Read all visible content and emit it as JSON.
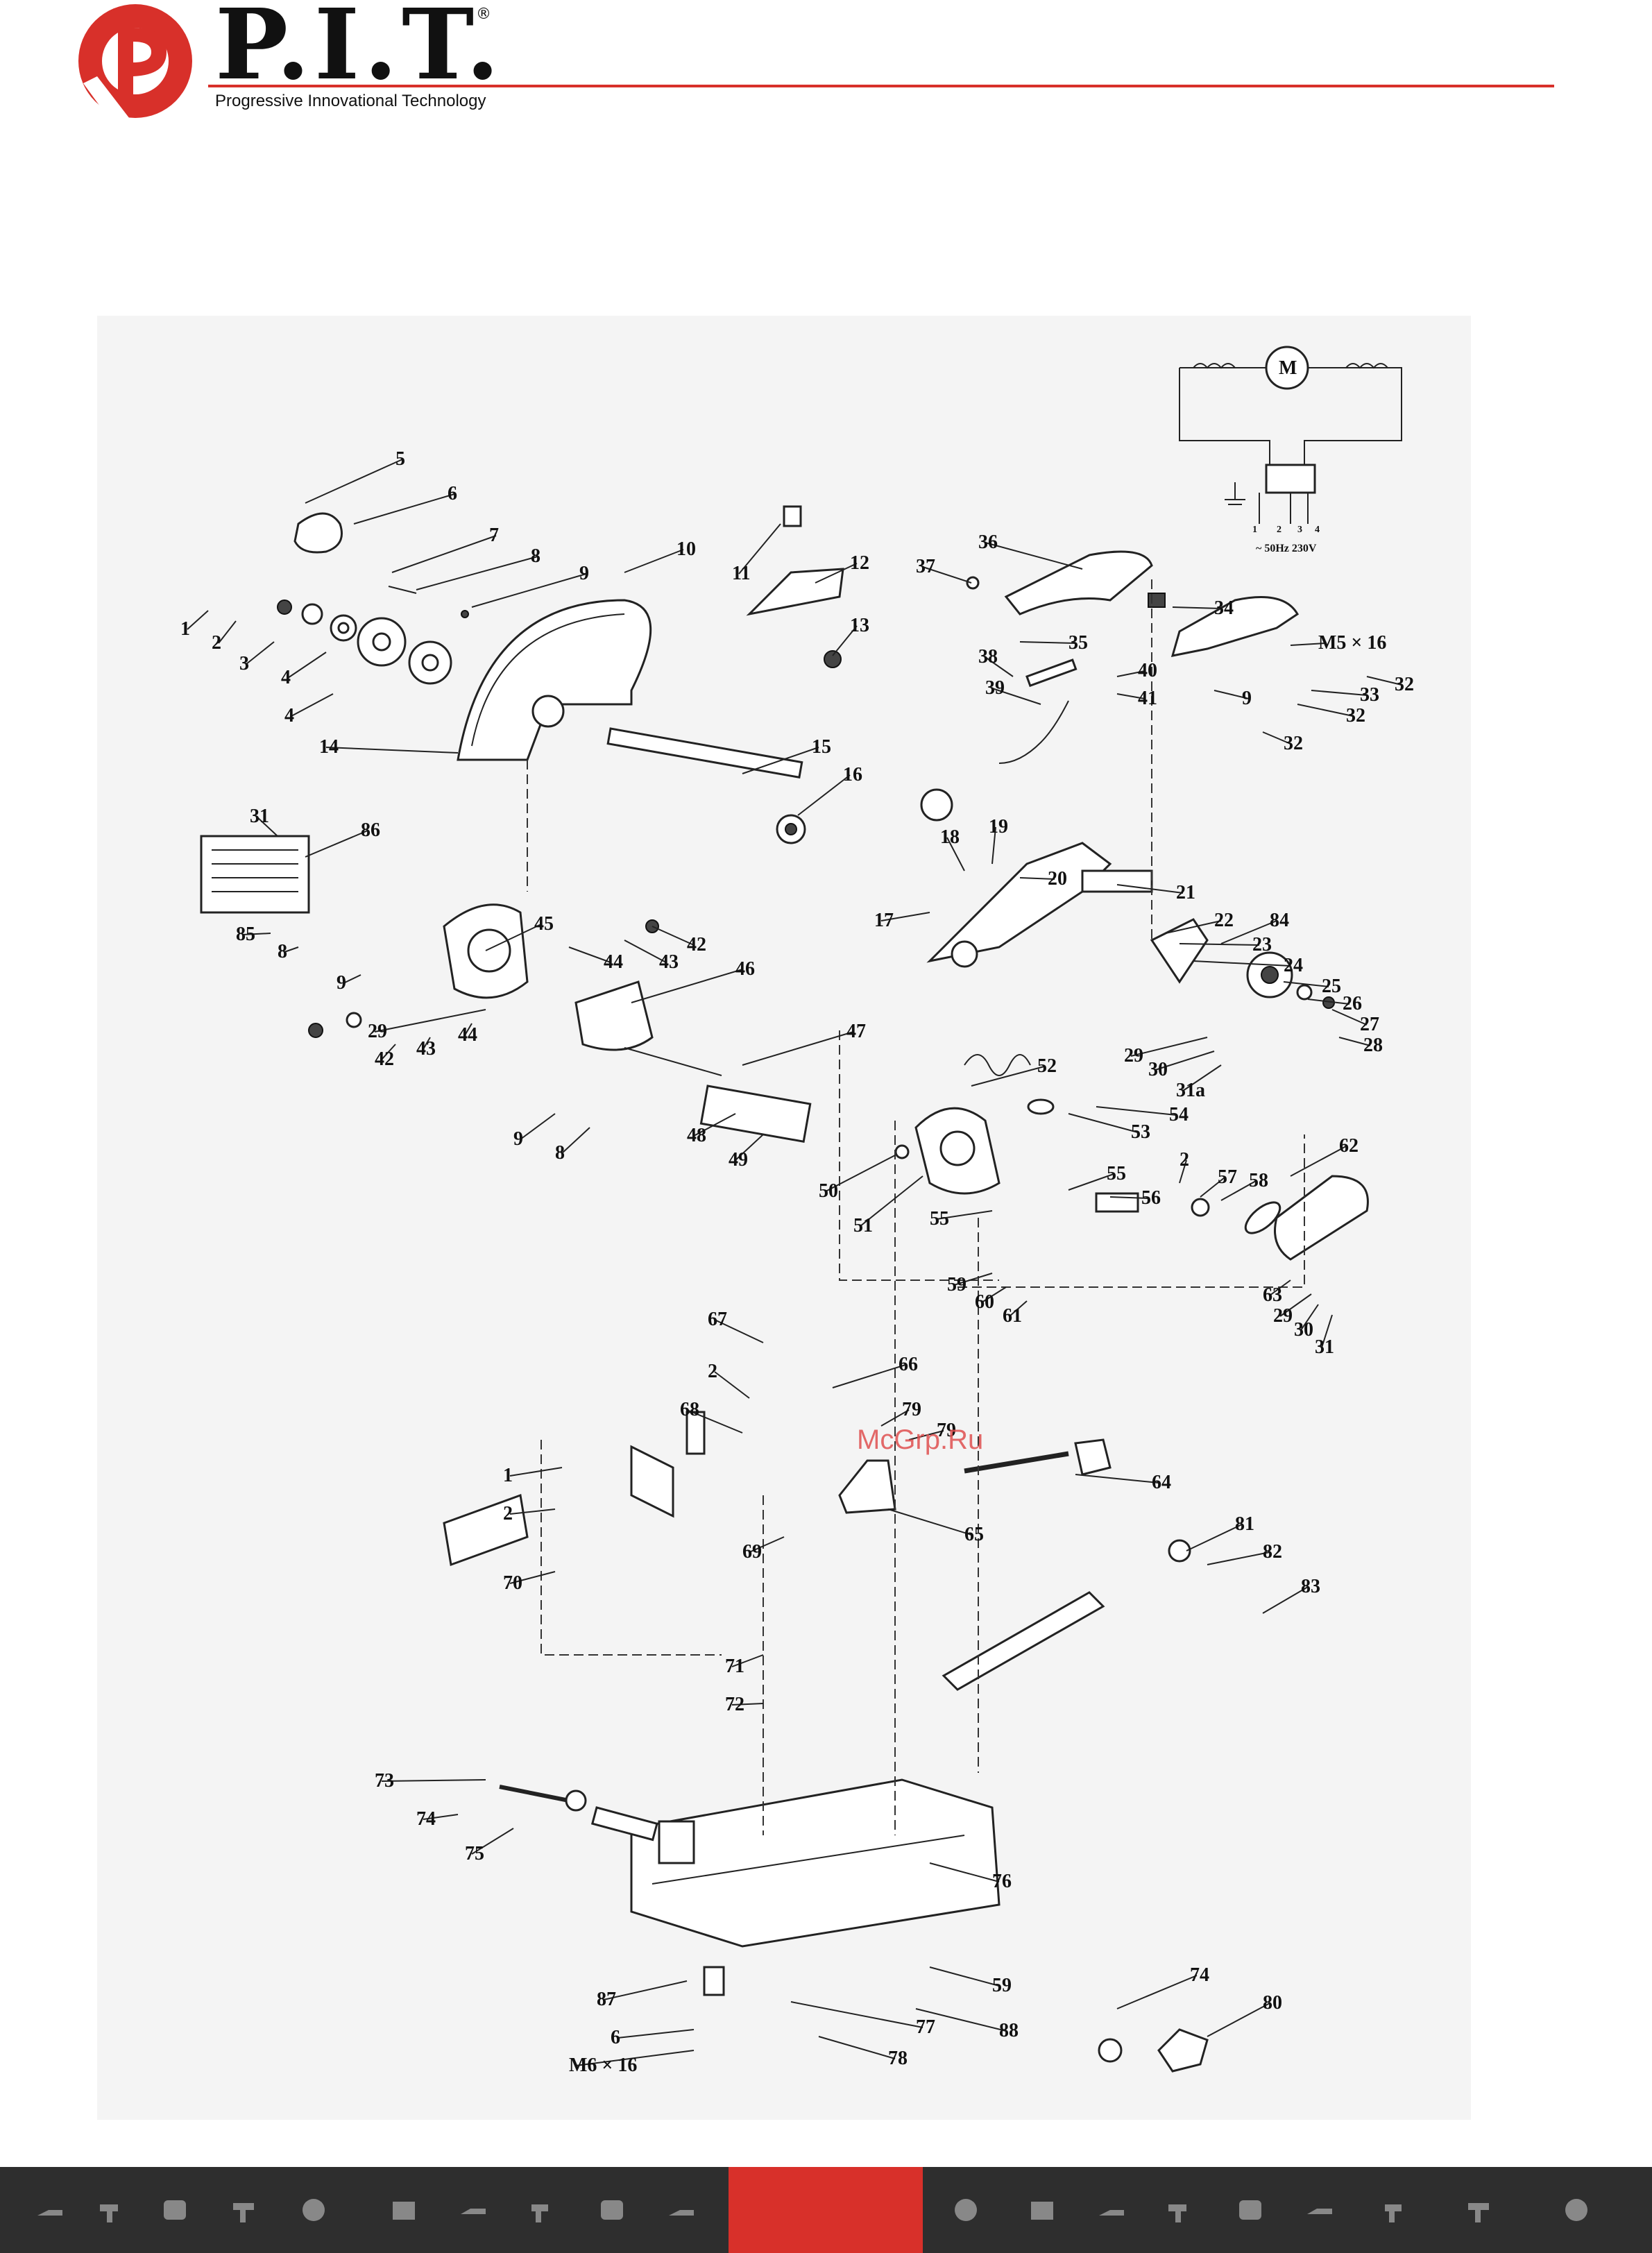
{
  "header": {
    "brand": "P.I.T.",
    "registered": "®",
    "tagline": "Progressive Innovational Technology",
    "accent_color": "#d8302a"
  },
  "watermark": "McGrp.Ru",
  "schematic": {
    "motor_label": "M",
    "supply_label": "~ 50Hz 230V",
    "switch_pins": [
      "1",
      "2",
      "3",
      "4"
    ]
  },
  "callouts": [
    {
      "id": "1",
      "label": "1"
    },
    {
      "id": "2",
      "label": "2"
    },
    {
      "id": "3",
      "label": "3"
    },
    {
      "id": "4a",
      "label": "4"
    },
    {
      "id": "4b",
      "label": "4"
    },
    {
      "id": "5",
      "label": "5"
    },
    {
      "id": "6",
      "label": "6"
    },
    {
      "id": "7",
      "label": "7"
    },
    {
      "id": "8",
      "label": "8"
    },
    {
      "id": "9",
      "label": "9"
    },
    {
      "id": "10",
      "label": "10"
    },
    {
      "id": "11",
      "label": "11"
    },
    {
      "id": "12",
      "label": "12"
    },
    {
      "id": "13",
      "label": "13"
    },
    {
      "id": "14",
      "label": "14"
    },
    {
      "id": "15",
      "label": "15"
    },
    {
      "id": "16",
      "label": "16"
    },
    {
      "id": "17",
      "label": "17"
    },
    {
      "id": "18",
      "label": "18"
    },
    {
      "id": "19",
      "label": "19"
    },
    {
      "id": "20",
      "label": "20"
    },
    {
      "id": "21",
      "label": "21"
    },
    {
      "id": "22",
      "label": "22"
    },
    {
      "id": "23",
      "label": "23"
    },
    {
      "id": "24",
      "label": "24"
    },
    {
      "id": "25",
      "label": "25"
    },
    {
      "id": "26",
      "label": "26"
    },
    {
      "id": "27",
      "label": "27"
    },
    {
      "id": "28",
      "label": "28"
    },
    {
      "id": "29a",
      "label": "29"
    },
    {
      "id": "29b",
      "label": "29"
    },
    {
      "id": "29c",
      "label": "29"
    },
    {
      "id": "30a",
      "label": "30"
    },
    {
      "id": "30b",
      "label": "30"
    },
    {
      "id": "31a",
      "label": "31"
    },
    {
      "id": "31b",
      "label": "31"
    },
    {
      "id": "31c",
      "label": "31a"
    },
    {
      "id": "32a",
      "label": "32"
    },
    {
      "id": "32b",
      "label": "32"
    },
    {
      "id": "32c",
      "label": "32"
    },
    {
      "id": "33",
      "label": "33"
    },
    {
      "id": "34",
      "label": "34"
    },
    {
      "id": "35",
      "label": "35"
    },
    {
      "id": "36",
      "label": "36"
    },
    {
      "id": "37",
      "label": "37"
    },
    {
      "id": "38",
      "label": "38"
    },
    {
      "id": "39",
      "label": "39"
    },
    {
      "id": "40",
      "label": "40"
    },
    {
      "id": "41",
      "label": "41"
    },
    {
      "id": "m5",
      "label": "M5 × 16"
    },
    {
      "id": "9b",
      "label": "9"
    },
    {
      "id": "42a",
      "label": "42"
    },
    {
      "id": "42b",
      "label": "42"
    },
    {
      "id": "43a",
      "label": "43"
    },
    {
      "id": "43b",
      "label": "43"
    },
    {
      "id": "44a",
      "label": "44"
    },
    {
      "id": "44b",
      "label": "44"
    },
    {
      "id": "45",
      "label": "45"
    },
    {
      "id": "46",
      "label": "46"
    },
    {
      "id": "47",
      "label": "47"
    },
    {
      "id": "48",
      "label": "48"
    },
    {
      "id": "49",
      "label": "49"
    },
    {
      "id": "50",
      "label": "50"
    },
    {
      "id": "51",
      "label": "51"
    },
    {
      "id": "52",
      "label": "52"
    },
    {
      "id": "53",
      "label": "53"
    },
    {
      "id": "54",
      "label": "54"
    },
    {
      "id": "55a",
      "label": "55"
    },
    {
      "id": "55b",
      "label": "55"
    },
    {
      "id": "56",
      "label": "56"
    },
    {
      "id": "57",
      "label": "57"
    },
    {
      "id": "58",
      "label": "58"
    },
    {
      "id": "2b",
      "label": "2"
    },
    {
      "id": "59a",
      "label": "59"
    },
    {
      "id": "60",
      "label": "60"
    },
    {
      "id": "61",
      "label": "61"
    },
    {
      "id": "62",
      "label": "62"
    },
    {
      "id": "63",
      "label": "63"
    },
    {
      "id": "84",
      "label": "84"
    },
    {
      "id": "85",
      "label": "85"
    },
    {
      "id": "86",
      "label": "86"
    },
    {
      "id": "8b",
      "label": "8"
    },
    {
      "id": "9c",
      "label": "9"
    },
    {
      "id": "9d",
      "label": "9"
    },
    {
      "id": "8c",
      "label": "8"
    },
    {
      "id": "67",
      "label": "67"
    },
    {
      "id": "2c",
      "label": "2"
    },
    {
      "id": "66",
      "label": "66"
    },
    {
      "id": "68",
      "label": "68"
    },
    {
      "id": "79a",
      "label": "79"
    },
    {
      "id": "79b",
      "label": "79"
    },
    {
      "id": "64",
      "label": "64"
    },
    {
      "id": "1b",
      "label": "1"
    },
    {
      "id": "2d",
      "label": "2"
    },
    {
      "id": "69",
      "label": "69"
    },
    {
      "id": "65",
      "label": "65"
    },
    {
      "id": "70",
      "label": "70"
    },
    {
      "id": "81",
      "label": "81"
    },
    {
      "id": "82",
      "label": "82"
    },
    {
      "id": "83",
      "label": "83"
    },
    {
      "id": "71",
      "label": "71"
    },
    {
      "id": "72",
      "label": "72"
    },
    {
      "id": "73",
      "label": "73"
    },
    {
      "id": "74a",
      "label": "74"
    },
    {
      "id": "75",
      "label": "75"
    },
    {
      "id": "76",
      "label": "76"
    },
    {
      "id": "74b",
      "label": "74"
    },
    {
      "id": "80",
      "label": "80"
    },
    {
      "id": "59b",
      "label": "59"
    },
    {
      "id": "87",
      "label": "87"
    },
    {
      "id": "6b",
      "label": "6"
    },
    {
      "id": "77",
      "label": "77"
    },
    {
      "id": "88",
      "label": "88"
    },
    {
      "id": "78",
      "label": "78"
    },
    {
      "id": "m6",
      "label": "M6 × 16"
    }
  ]
}
